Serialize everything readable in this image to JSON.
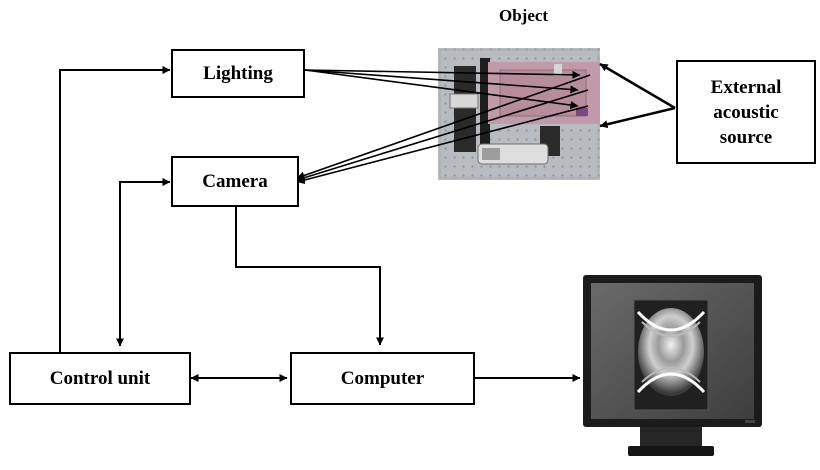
{
  "diagram": {
    "object_label": "Object",
    "lighting": "Lighting",
    "camera": "Camera",
    "control_unit": "Control unit",
    "computer": "Computer",
    "external_source": [
      "External",
      "acoustic",
      "source"
    ]
  },
  "colors": {
    "line": "#000000",
    "monitor_bezel": "#1b1b1b",
    "monitor_screen": "#5d5d5d",
    "object_panel": "#b8bcc0",
    "object_plate": "#c09aa8"
  },
  "icons": {
    "object_photo": "photo of object mounted on pegboard",
    "monitor": "computer monitor showing speckle interferogram"
  }
}
